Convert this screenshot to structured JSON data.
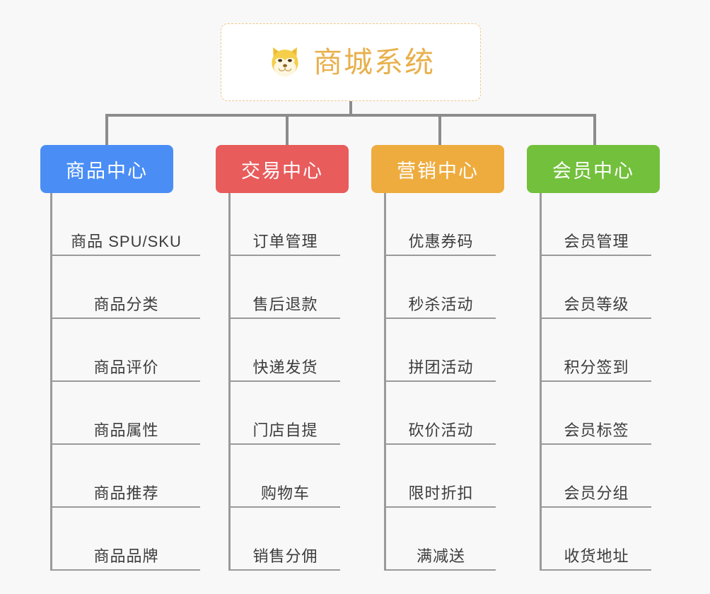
{
  "diagram": {
    "type": "org-chart",
    "background_color": "#f8f8f8",
    "connector_color": "#8c8c8c",
    "leaf_line_color": "#9a9a9a",
    "root": {
      "title": "商城系统",
      "icon": "shiba-inu-dog-emoji",
      "text_color": "#e8b04b",
      "border_color": "#eec88a",
      "background_color": "#ffffff"
    },
    "categories": [
      {
        "label": "商品中心",
        "color": "#4a8ef5",
        "items": [
          "商品 SPU/SKU",
          "商品分类",
          "商品评价",
          "商品属性",
          "商品推荐",
          "商品品牌"
        ]
      },
      {
        "label": "交易中心",
        "color": "#e85c5c",
        "items": [
          "订单管理",
          "售后退款",
          "快递发货",
          "门店自提",
          "购物车",
          "销售分佣"
        ]
      },
      {
        "label": "营销中心",
        "color": "#eeac3e",
        "items": [
          "优惠券码",
          "秒杀活动",
          "拼团活动",
          "砍价活动",
          "限时折扣",
          "满减送"
        ]
      },
      {
        "label": "会员中心",
        "color": "#72c03c",
        "items": [
          "会员管理",
          "会员等级",
          "积分签到",
          "会员标签",
          "会员分组",
          "收货地址"
        ]
      }
    ]
  }
}
